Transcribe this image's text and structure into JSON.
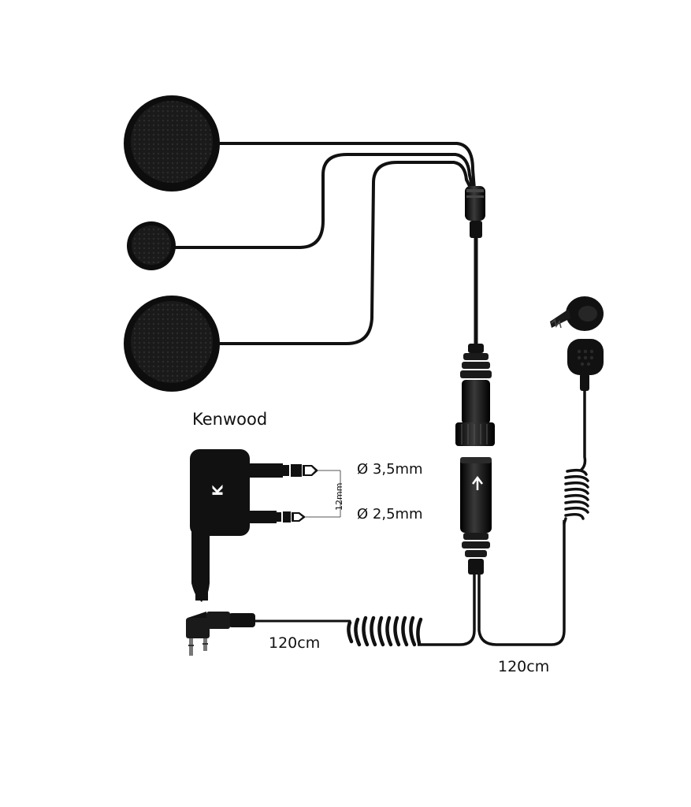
{
  "labels": {
    "brand": "Kenwood",
    "plug_mark": "K",
    "diameter_large": "Ø 3,5mm",
    "diameter_small": "Ø 2,5mm",
    "pin_spacing": "12mm",
    "cable_length_left": "120cm",
    "cable_length_right": "120cm"
  },
  "colors": {
    "product": "#111111",
    "background": "#ffffff",
    "dimension_line": "#555555"
  }
}
